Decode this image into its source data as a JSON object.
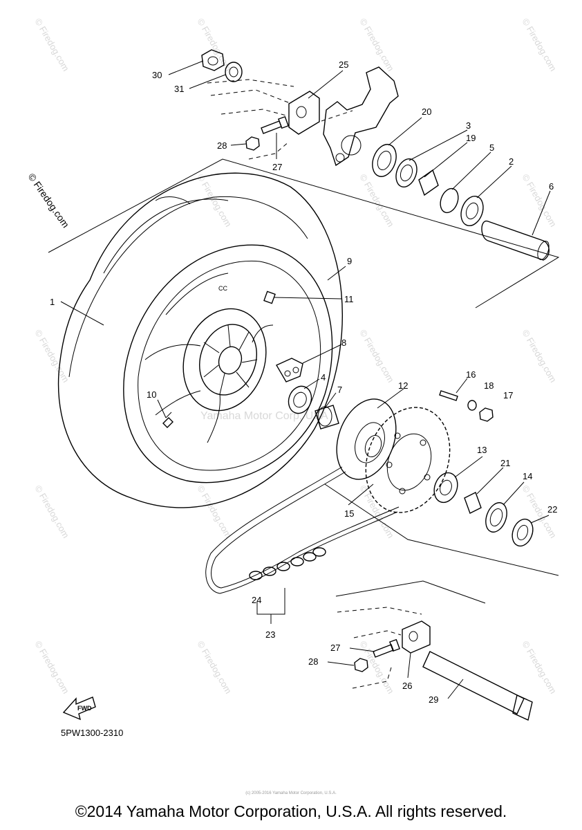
{
  "diagram": {
    "part_numbers": [
      "1",
      "2",
      "3",
      "4",
      "5",
      "6",
      "7",
      "8",
      "9",
      "10",
      "11",
      "12",
      "13",
      "14",
      "15",
      "16",
      "17",
      "18",
      "19",
      "20",
      "21",
      "22",
      "23",
      "24",
      "25",
      "26",
      "27",
      "28",
      "29",
      "30",
      "31"
    ],
    "fwd_label": "FWD",
    "diagram_code": "5PW1300-2310",
    "copyright": "©2014 Yamaha Motor Corporation, U.S.A. All rights reserved.",
    "watermark_text": "© Firedog.com",
    "center_watermark": "Yamaha Motor Corp, USA",
    "fine_print": "(c) 2005-2016 Yamaha Motor Corporation, U.S.A."
  }
}
